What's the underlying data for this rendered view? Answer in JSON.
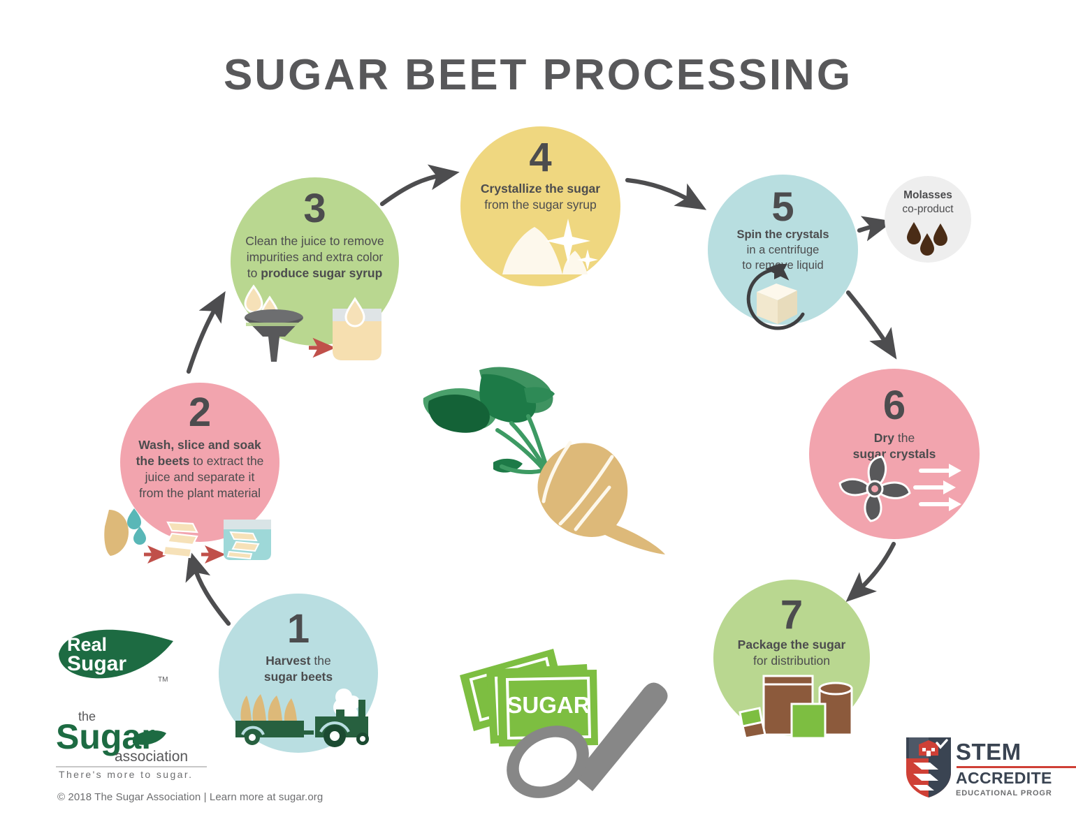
{
  "header": {
    "title": "SUGAR BEET PROCESSING"
  },
  "steps": [
    {
      "id": "step1",
      "number": "1",
      "caption_html": "<b>Harvest</b> the<br><b>sugar beets</b>",
      "color": "#b9dee1",
      "icon": "tractor-trailer-beets-icon"
    },
    {
      "id": "step2",
      "number": "2",
      "caption_html": "<b>Wash, slice and soak</b><br><b>the beets</b> to extract the<br>juice and separate it<br>from the plant material",
      "color": "#f2a4ae",
      "icon": "beet-slices-soaking-icon"
    },
    {
      "id": "step3",
      "number": "3",
      "caption_html": "Clean the juice to remove<br>impurities and extra color<br>to <b>produce sugar syrup</b>",
      "color": "#b9d790",
      "icon": "funnel-filter-jar-icon"
    },
    {
      "id": "step4",
      "number": "4",
      "caption_html": "<b>Crystallize the sugar</b><br>from the sugar syrup",
      "color": "#efd780",
      "icon": "sugar-pile-sparkle-icon"
    },
    {
      "id": "step5",
      "number": "5",
      "caption_html": "<b>Spin the crystals</b><br>in a centrifuge<br>to remove liquid",
      "color": "#b8dee0",
      "icon": "spinning-sugar-cube-icon"
    },
    {
      "id": "step6",
      "number": "6",
      "caption_html": "<b>Dry</b> the<br><b>sugar crystals</b>",
      "color": "#f2a4ae",
      "icon": "fan-airflow-icon"
    },
    {
      "id": "step7",
      "number": "7",
      "caption_html": "<b>Package the sugar</b><br>for distribution",
      "color": "#b9d790",
      "icon": "sugar-packaging-icon"
    }
  ],
  "coproduct": {
    "caption_html": "<b>Molasses</b><br>co-product",
    "color": "#eeeeee",
    "icon": "molasses-drops-icon"
  },
  "center_art": {
    "beet_icon": "sugar-beet-illustration",
    "packets_icon": "sugar-packets-and-spoon-illustration",
    "packet_label": "SUGAR"
  },
  "branding": {
    "real_sugar": {
      "line1": "Real",
      "line2": "Sugar",
      "trademark": "TM"
    },
    "sugar_association": {
      "the": "the",
      "sugar": "Sugar",
      "association": "association",
      "tagline": "There's more to sugar."
    },
    "copyright": "© 2018 The Sugar Association   |   Learn more at sugar.org"
  },
  "stem_badge": {
    "title": "STEM",
    "subtitle": "ACCREDITE",
    "subtitle2": "EDUCATIONAL PROGR",
    "accent_color": "#cf4036",
    "icon": "stem-shield-icon"
  },
  "palette": {
    "green": "#b9d790",
    "pink": "#f2a4ae",
    "blue": "#b8dee0",
    "yellow": "#efd780",
    "gray_text": "#4c4c4e",
    "arrow": "#4d4d4f",
    "red_arrow": "#c0504a",
    "dark_green": "#1d6b42",
    "beet_tan": "#ddb979"
  }
}
